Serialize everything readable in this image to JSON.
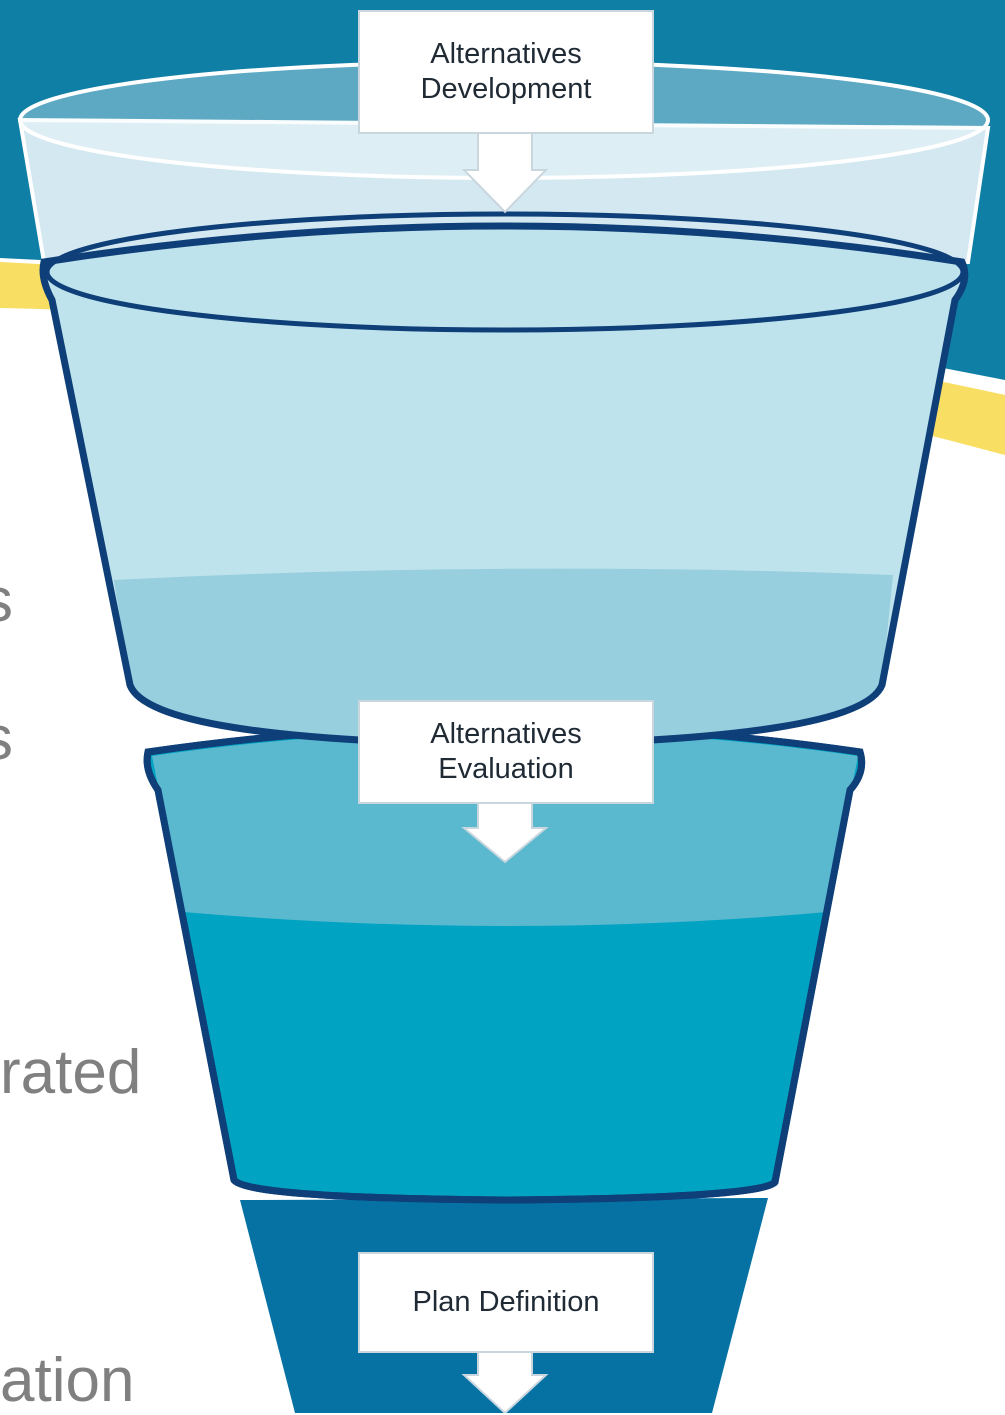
{
  "stages": {
    "development": {
      "line1": "Alternatives",
      "line2": "Development"
    },
    "evaluation": {
      "line1": "Alternatives",
      "line2": "Evaluation"
    },
    "definition": {
      "label": "Plan Definition"
    }
  },
  "side_text_fragments": [
    "s",
    "s",
    "rated",
    "ation"
  ],
  "colors": {
    "banner_teal": "#0f7fa5",
    "accent_yellow": "#f8de62",
    "tier_outline": "#0e3f78",
    "upper_tier": "#bfe3ec",
    "upper_tier_lower_band": "#98cfdf",
    "middle_tier_upper_band": "#5ab8cf",
    "middle_tier": "#00a3c1",
    "bottom_tier": "#0572a3",
    "side_text": "#808080"
  }
}
